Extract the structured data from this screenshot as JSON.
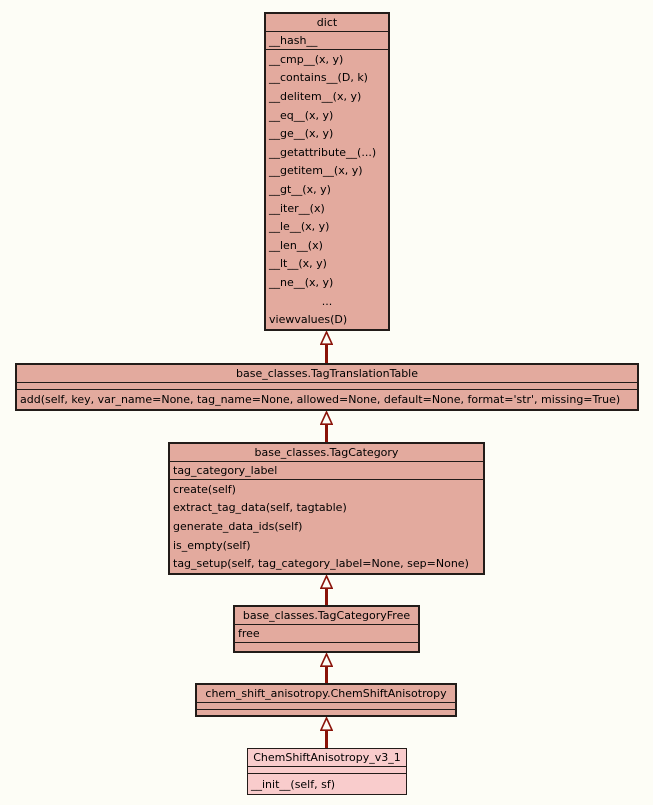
{
  "colors": {
    "background": "#fdfdf6",
    "class_fill": "#e3aa9e",
    "highlight_class_fill": "#f9cccc",
    "border": "#221c19",
    "arrow": "#8a1309",
    "text": "#000000"
  },
  "classes": [
    {
      "name": "dict",
      "title": "dict",
      "attributes": [
        "__hash__"
      ],
      "methods": [
        "__cmp__(x, y)",
        "__contains__(D, k)",
        "__delitem__(x, y)",
        "__eq__(x, y)",
        "__ge__(x, y)",
        "__getattribute__(...)",
        "__getitem__(x, y)",
        "__gt__(x, y)",
        "__iter__(x)",
        "__le__(x, y)",
        "__len__(x)",
        "__lt__(x, y)",
        "__ne__(x, y)",
        "...",
        "viewvalues(D)"
      ]
    },
    {
      "name": "base_classes.TagTranslationTable",
      "title": "base_classes.TagTranslationTable",
      "attributes": [],
      "methods": [
        "add(self, key, var_name=None, tag_name=None, allowed=None, default=None, format='str', missing=True)"
      ]
    },
    {
      "name": "base_classes.TagCategory",
      "title": "base_classes.TagCategory",
      "attributes": [
        "tag_category_label"
      ],
      "methods": [
        "create(self)",
        "extract_tag_data(self, tagtable)",
        "generate_data_ids(self)",
        "is_empty(self)",
        "tag_setup(self, tag_category_label=None, sep=None)"
      ]
    },
    {
      "name": "base_classes.TagCategoryFree",
      "title": "base_classes.TagCategoryFree",
      "attributes": [
        "free"
      ],
      "methods": []
    },
    {
      "name": "chem_shift_anisotropy.ChemShiftAnisotropy",
      "title": "chem_shift_anisotropy.ChemShiftAnisotropy",
      "attributes": [],
      "methods": []
    },
    {
      "name": "ChemShiftAnisotropy_v3_1",
      "title": "ChemShiftAnisotropy_v3_1",
      "attributes": [],
      "methods": [
        "__init__(self, sf)"
      ],
      "highlighted": true
    }
  ],
  "relations": [
    {
      "type": "inheritance",
      "from": "base_classes.TagTranslationTable",
      "to": "dict"
    },
    {
      "type": "inheritance",
      "from": "base_classes.TagCategory",
      "to": "base_classes.TagTranslationTable"
    },
    {
      "type": "inheritance",
      "from": "base_classes.TagCategoryFree",
      "to": "base_classes.TagCategory"
    },
    {
      "type": "inheritance",
      "from": "chem_shift_anisotropy.ChemShiftAnisotropy",
      "to": "base_classes.TagCategoryFree"
    },
    {
      "type": "inheritance",
      "from": "ChemShiftAnisotropy_v3_1",
      "to": "chem_shift_anisotropy.ChemShiftAnisotropy"
    }
  ]
}
